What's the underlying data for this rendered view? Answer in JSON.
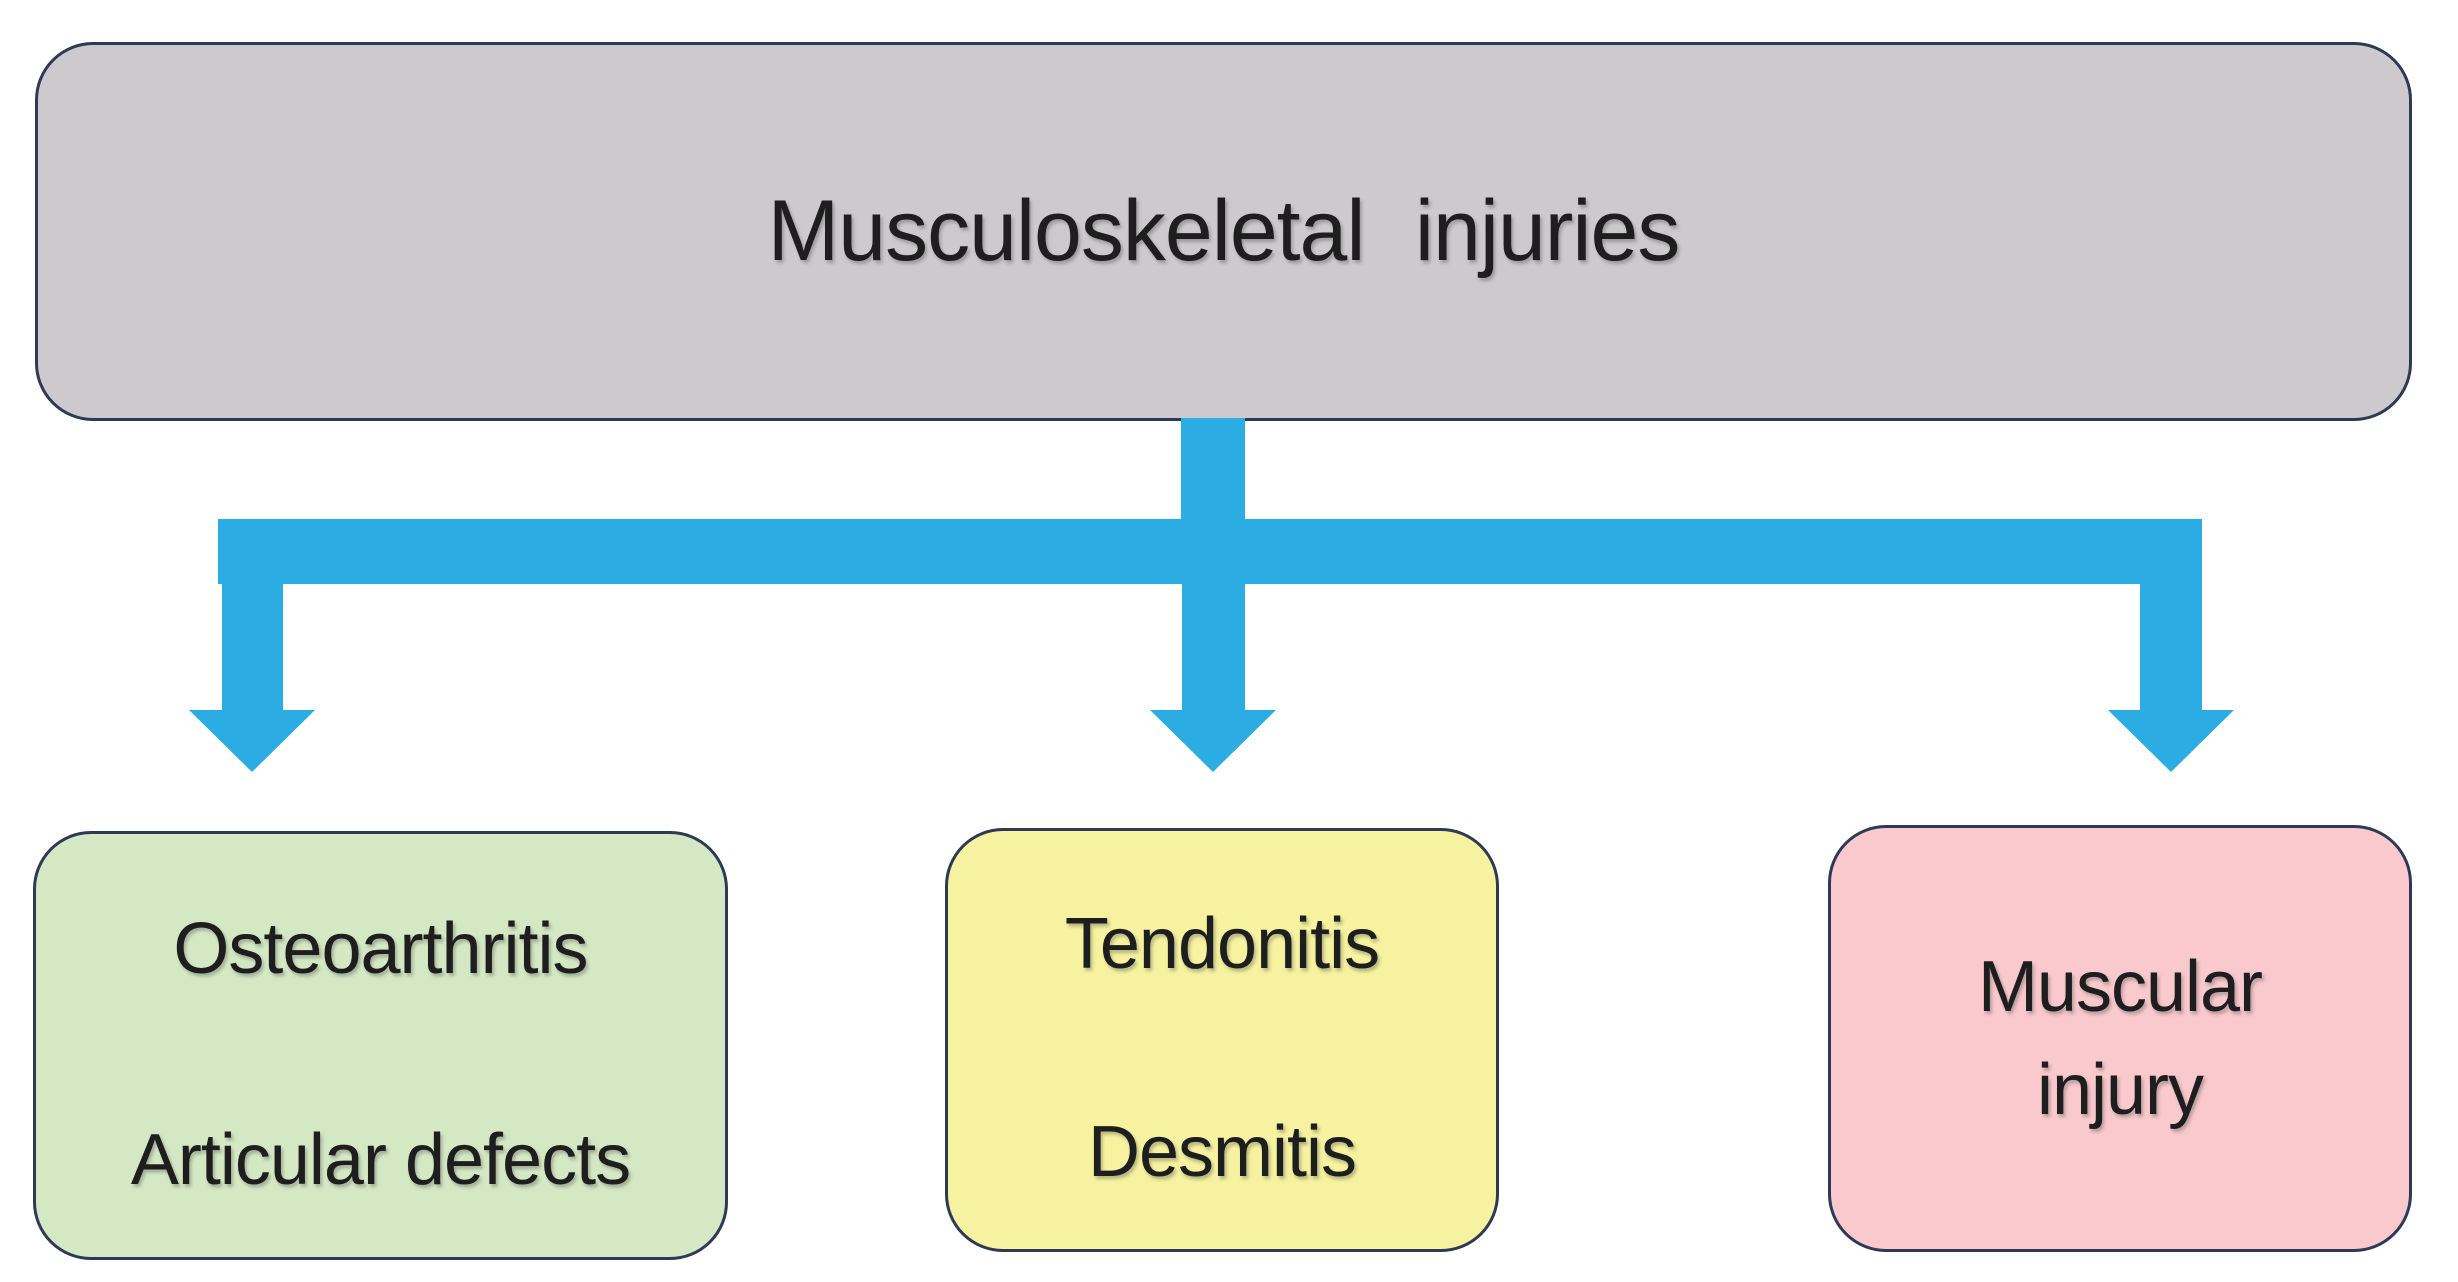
{
  "colors": {
    "background": "#ffffff",
    "connector_blue": "#2bace2",
    "border_navy": "#2e3a55",
    "root_fill": "#cccacc",
    "green_fill": "#d5e8c4",
    "yellow_fill": "#f6f2a0",
    "pink_fill": "#f9c9cd",
    "text": "#1e1e1e"
  },
  "diagram": {
    "root": {
      "label": "Musculoskeletal injuries"
    },
    "branches": [
      {
        "lines": [
          "Osteoarthritis",
          "Articular defects"
        ]
      },
      {
        "lines": [
          "Tendonitis",
          "Desmitis"
        ]
      },
      {
        "lines": [
          "Muscular",
          "injury"
        ]
      }
    ]
  }
}
